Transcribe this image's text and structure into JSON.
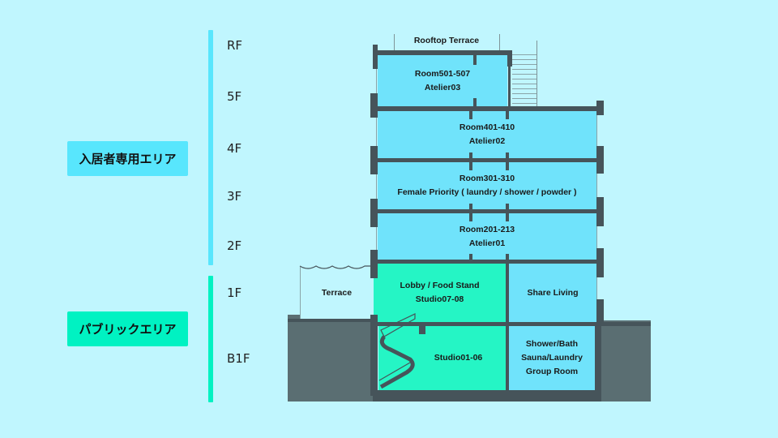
{
  "colors": {
    "background": "#c0f6fe",
    "resident_area": "#58e6fd",
    "public_area": "#00f2c2",
    "room_blue": "#70e3fb",
    "room_green": "#25f5c5",
    "wall": "#46545a",
    "ground": "#5a6e72"
  },
  "areas": {
    "resident": {
      "label": "入居者専用エリア"
    },
    "public": {
      "label": "パブリックエリア"
    }
  },
  "floors": [
    "RF",
    "5F",
    "4F",
    "3F",
    "2F",
    "1F",
    "B1F"
  ],
  "rooms": {
    "rooftop": {
      "line1": "Rooftop Terrace"
    },
    "f5": {
      "line1": "Room501-507",
      "line2": "Atelier03"
    },
    "f4": {
      "line1": "Room401-410",
      "line2": "Atelier02"
    },
    "f3": {
      "line1": "Room301-310",
      "line2": "Female Priority ( laundry / shower / powder )"
    },
    "f2": {
      "line1": "Room201-213",
      "line2": "Atelier01"
    },
    "terrace": {
      "line1": "Terrace"
    },
    "lobby": {
      "line1": "Lobby / Food Stand",
      "line2": "Studio07-08"
    },
    "share_living": {
      "line1": "Share Living"
    },
    "studio": {
      "line1": "Studio01-06"
    },
    "bath": {
      "line1": "Shower/Bath",
      "line2": "Sauna/Laundry",
      "line3": "Group Room"
    }
  }
}
